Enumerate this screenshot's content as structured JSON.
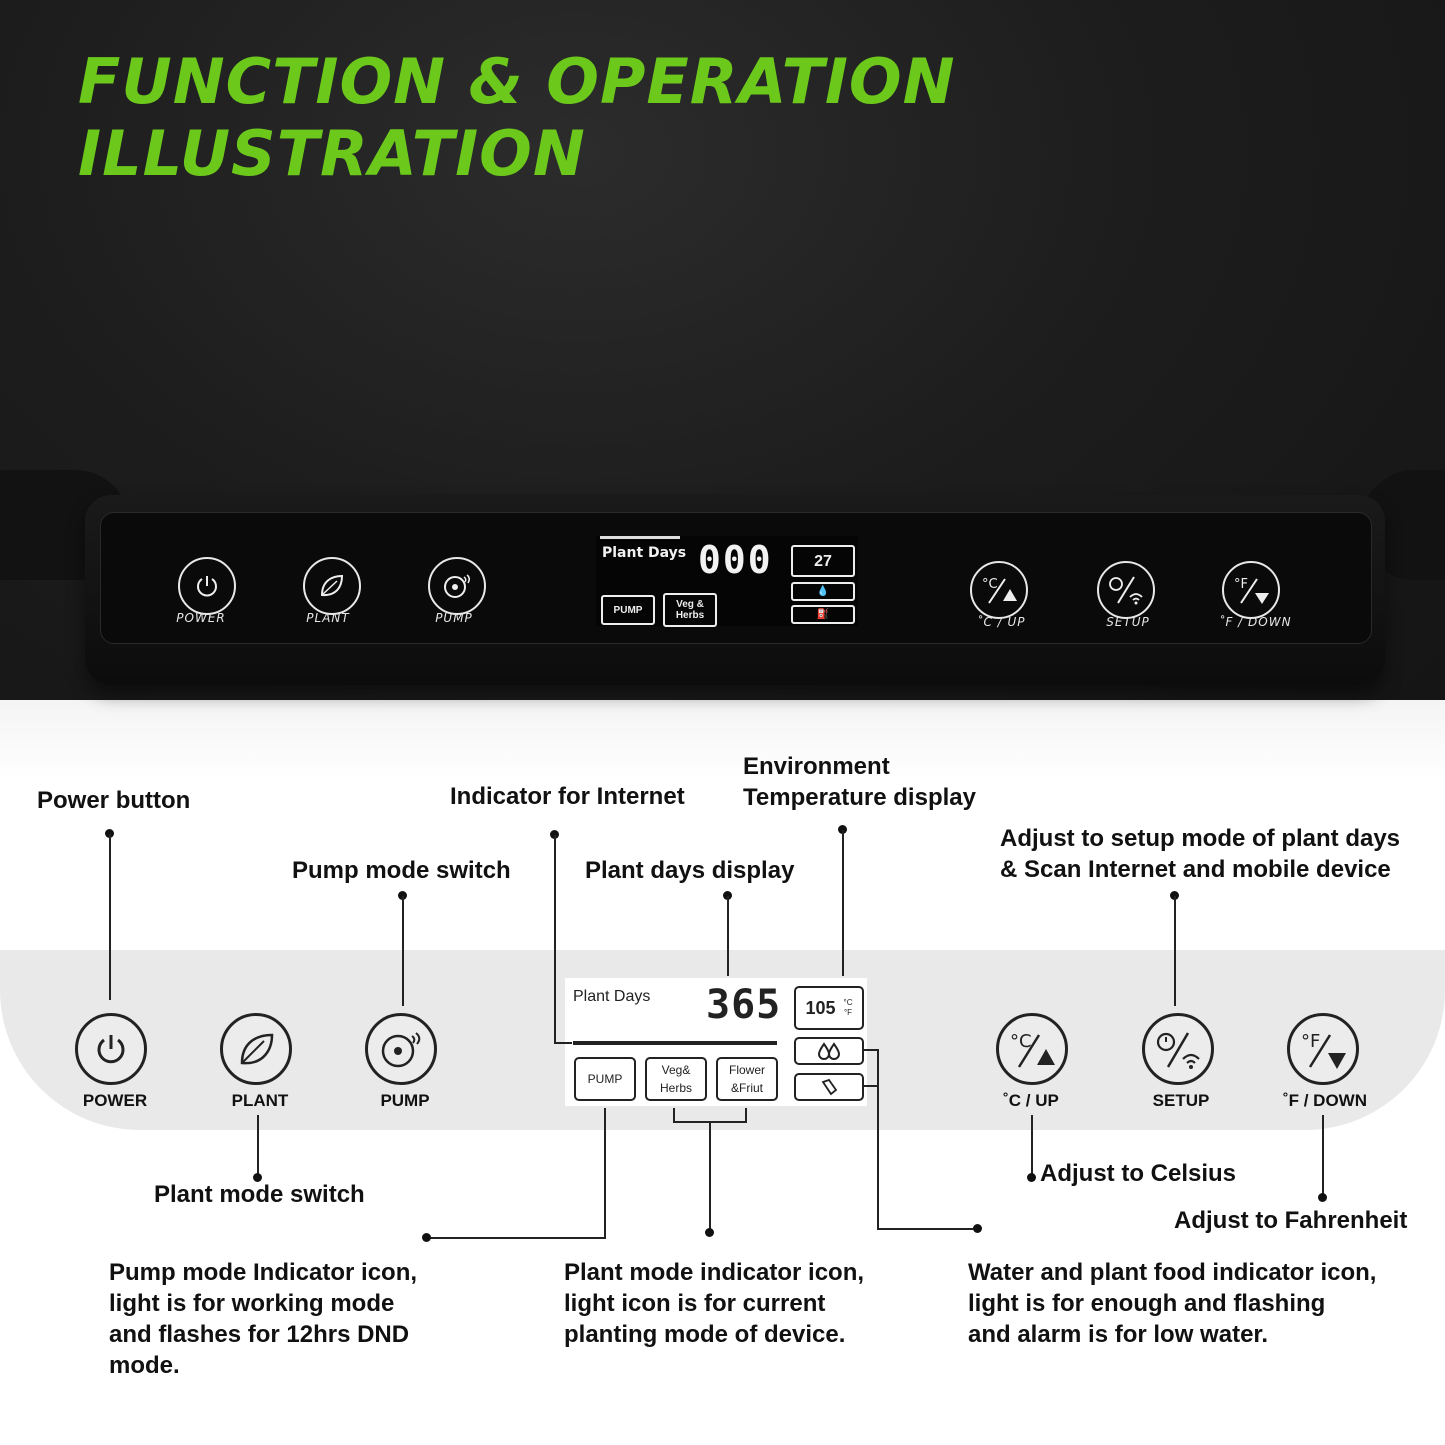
{
  "title": {
    "line1": "FUNCTION & OPERATION",
    "line2": "ILLUSTRATION"
  },
  "colors": {
    "title_green": "#6cc91c",
    "background_dark": "#1d1d1d",
    "band_gray": "#e9e9e9"
  },
  "device_panel": {
    "buttons": [
      {
        "label": "POWER",
        "icon": "power-icon"
      },
      {
        "label": "PLANT",
        "icon": "leaf-icon"
      },
      {
        "label": "PUMP",
        "icon": "pump-icon"
      },
      {
        "label": "˚C / UP",
        "icon": "celsius-up-icon"
      },
      {
        "label": "SETUP",
        "icon": "alarm-wifi-icon"
      },
      {
        "label": "˚F / DOWN",
        "icon": "fahrenheit-down-icon"
      }
    ],
    "lcd": {
      "title": "Plant Days",
      "days": "000",
      "temperature": "27",
      "pump_box": "PUMP",
      "mode_box_1": "Veg &",
      "mode_box_2": "Herbs"
    }
  },
  "diagram": {
    "buttons": [
      {
        "label": "POWER",
        "icon": "power-icon"
      },
      {
        "label": "PLANT",
        "icon": "leaf-icon"
      },
      {
        "label": "PUMP",
        "icon": "pump-icon"
      },
      {
        "label": "˚C / UP",
        "icon": "celsius-up-icon"
      },
      {
        "label": "SETUP",
        "icon": "alarm-wifi-icon"
      },
      {
        "label": "˚F / DOWN",
        "icon": "fahrenheit-down-icon"
      }
    ],
    "lcd": {
      "title": "Plant Days",
      "days": "365",
      "temperature": "105",
      "unit_c": "°C",
      "unit_f": "°F",
      "pump_box": "PUMP",
      "veg_1": "Veg&",
      "veg_2": "Herbs",
      "flower_1": "Flower",
      "flower_2": "&Friut"
    }
  },
  "callouts": {
    "power_button": "Power button",
    "pump_mode_switch": "Pump mode switch",
    "indicator_internet": "Indicator for Internet",
    "plant_days_display": "Plant days display",
    "env_temp_1": "Environment",
    "env_temp_2": "Temperature display",
    "setup_1": "Adjust to setup mode of plant days",
    "setup_2": "& Scan Internet and mobile device",
    "plant_mode_switch": "Plant mode switch",
    "celsius": "Adjust to Celsius",
    "fahrenheit": "Adjust to Fahrenheit"
  },
  "descriptions": {
    "pump": [
      "Pump mode Indicator icon,",
      "light is for working mode",
      "and flashes for 12hrs DND",
      "mode."
    ],
    "plant": [
      "Plant mode indicator icon,",
      "light icon is for current",
      "planting mode of device."
    ],
    "water": [
      "Water and plant food indicator icon,",
      "light is for enough and flashing",
      "and alarm is for low water."
    ]
  }
}
